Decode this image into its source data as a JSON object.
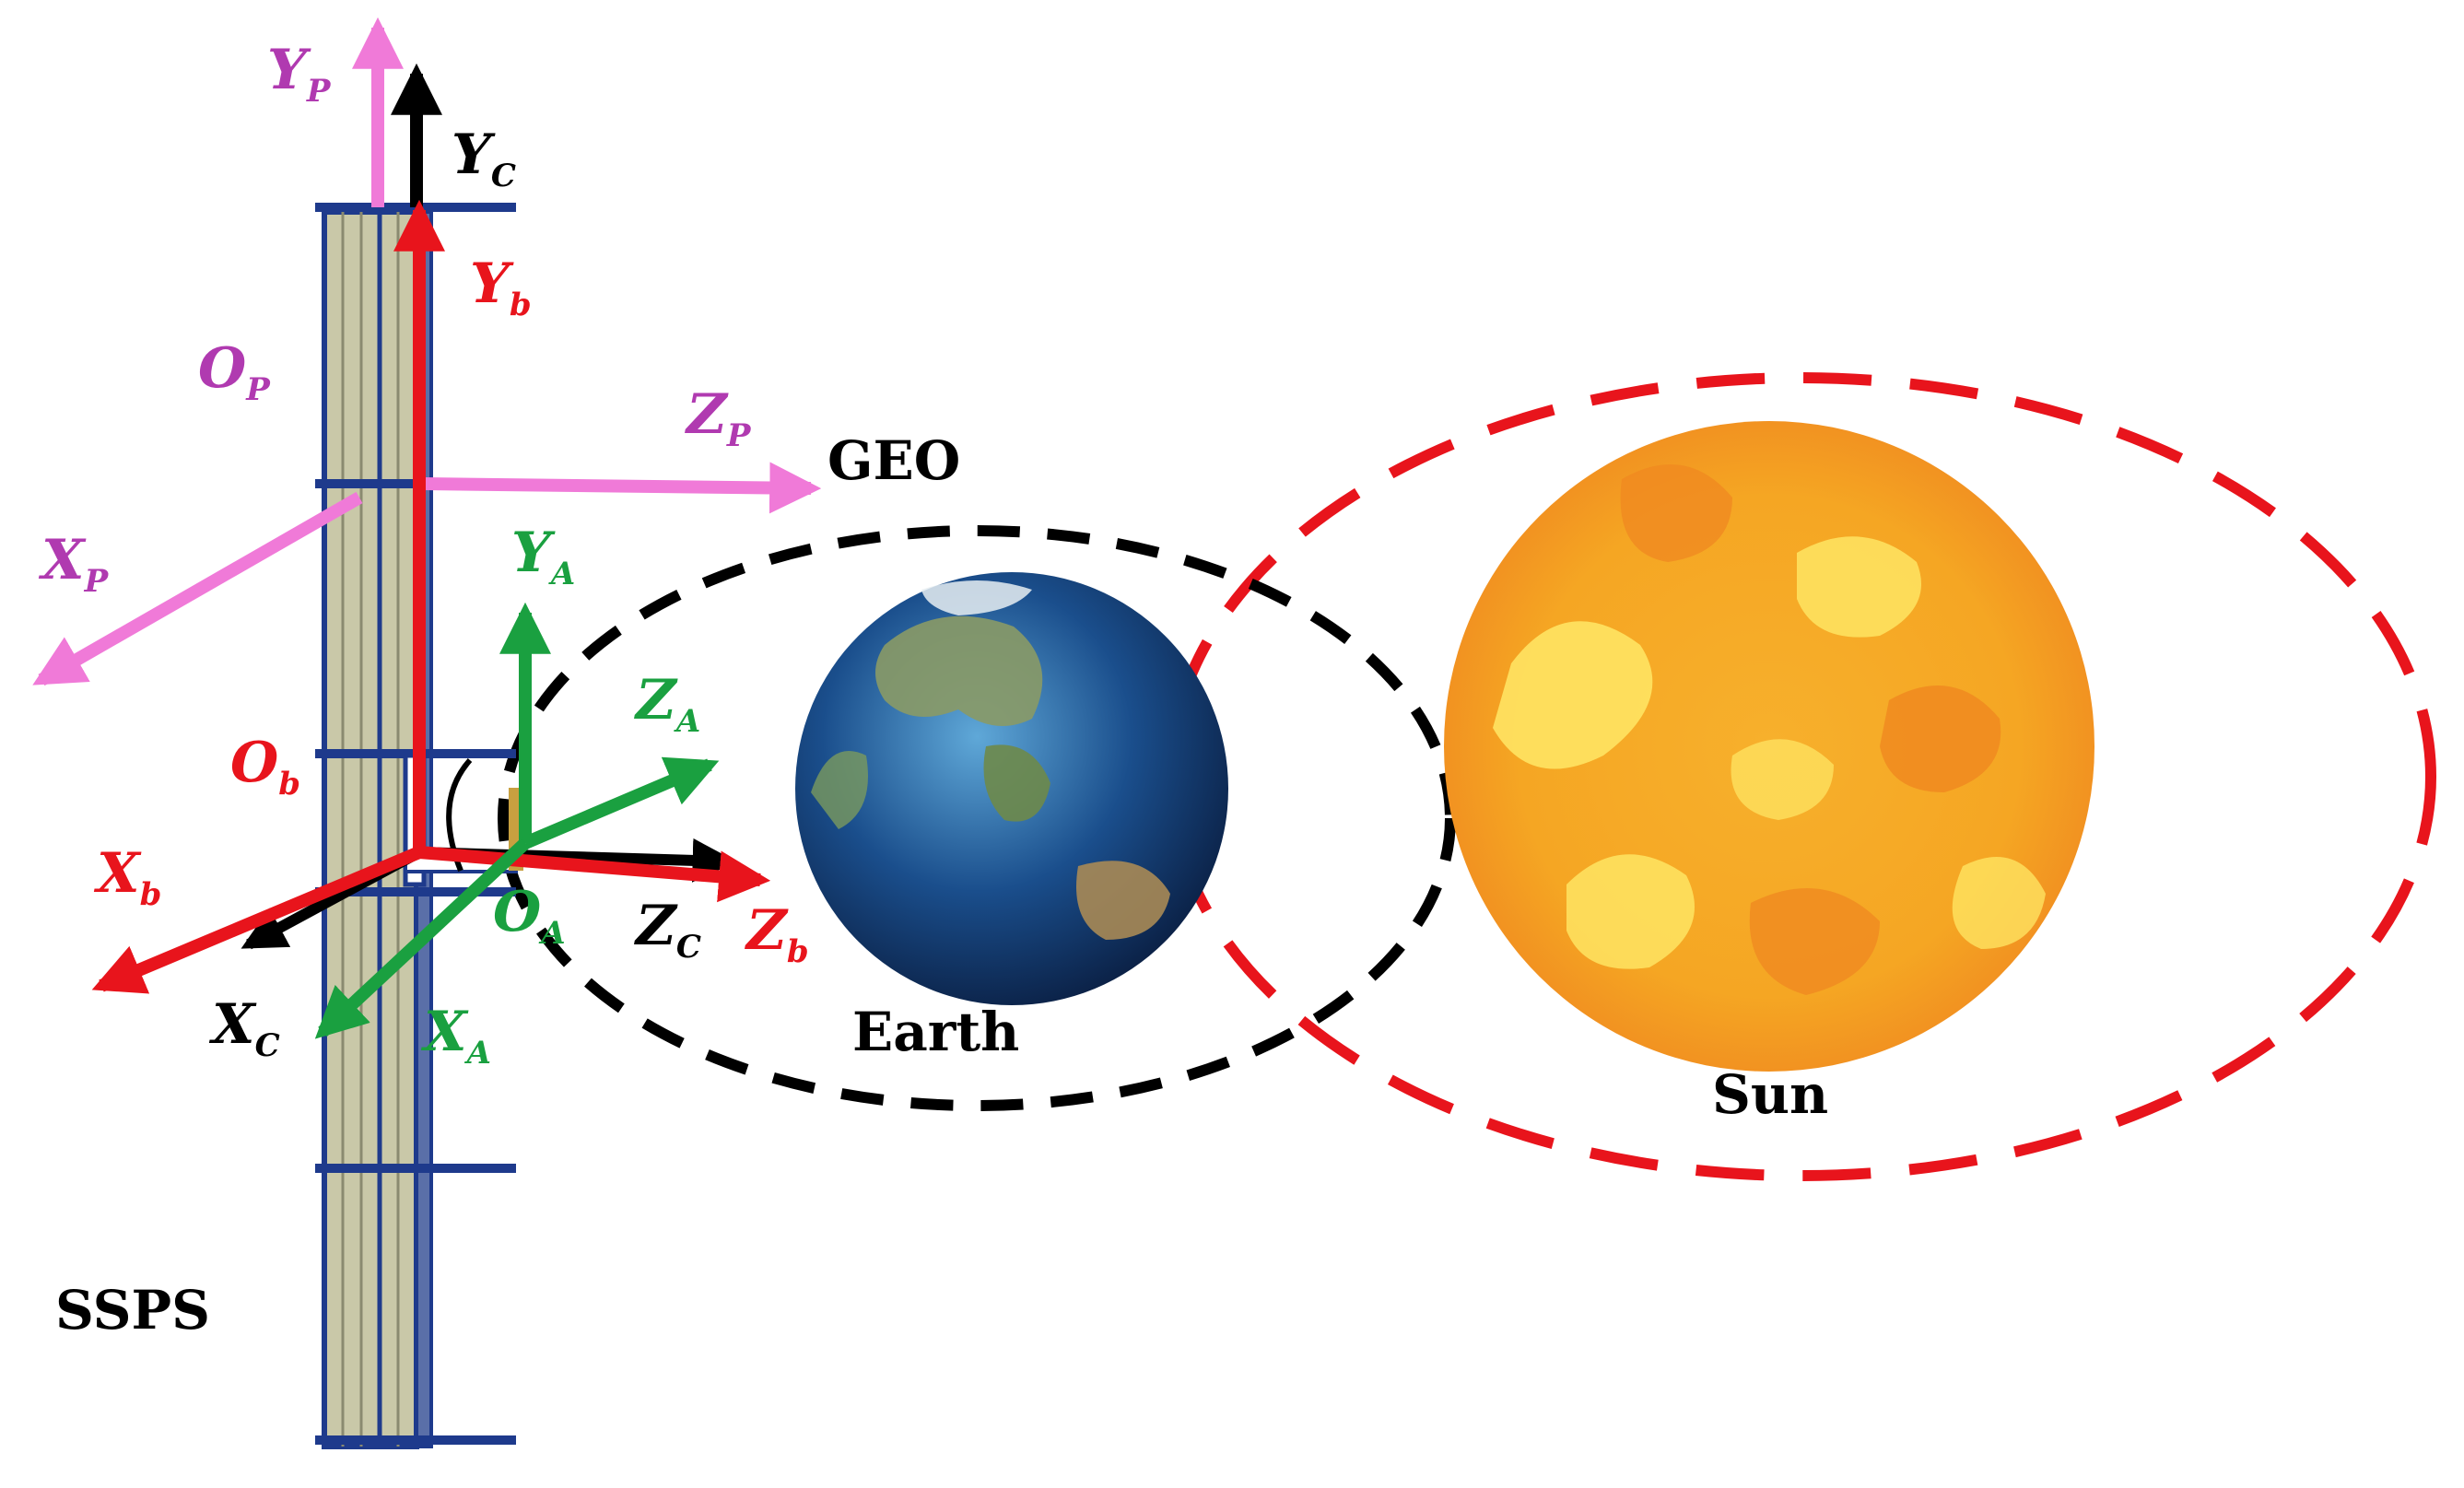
{
  "labels": {
    "ssps": "SSPS",
    "geo": "GEO",
    "earth": "Earth",
    "sun": "Sun"
  },
  "axes": {
    "YP": {
      "main": "Y",
      "sub": "P"
    },
    "XP": {
      "main": "X",
      "sub": "P"
    },
    "ZP": {
      "main": "Z",
      "sub": "P"
    },
    "OP": {
      "main": "O",
      "sub": "P"
    },
    "YC": {
      "main": "Y",
      "sub": "C"
    },
    "XC": {
      "main": "X",
      "sub": "C"
    },
    "ZC": {
      "main": "Z",
      "sub": "C"
    },
    "Yb": {
      "main": "Y",
      "sub": "b"
    },
    "Xb": {
      "main": "X",
      "sub": "b"
    },
    "Zb": {
      "main": "Z",
      "sub": "b"
    },
    "Ob": {
      "main": "O",
      "sub": "b"
    },
    "YA": {
      "main": "Y",
      "sub": "A"
    },
    "XA": {
      "main": "X",
      "sub": "A"
    },
    "ZA": {
      "main": "Z",
      "sub": "A"
    },
    "OA": {
      "main": "O",
      "sub": "A"
    }
  },
  "colors": {
    "panel_frame": "#1e3a8c",
    "panel_cell": "#c9c8a8",
    "p_frame": "#f07ad8",
    "p_label": "#b03ab0",
    "c_frame": "#000000",
    "b_frame": "#e8141c",
    "a_frame": "#1aa040",
    "geo_orbit": "#000000",
    "sun_orbit": "#e8141c",
    "earth_ocean": "#1a4e8c",
    "earth_land": "#6e8a4a",
    "sun_core": "#f5a623",
    "sun_light": "#ffe866",
    "sun_dark": "#f08a20"
  }
}
